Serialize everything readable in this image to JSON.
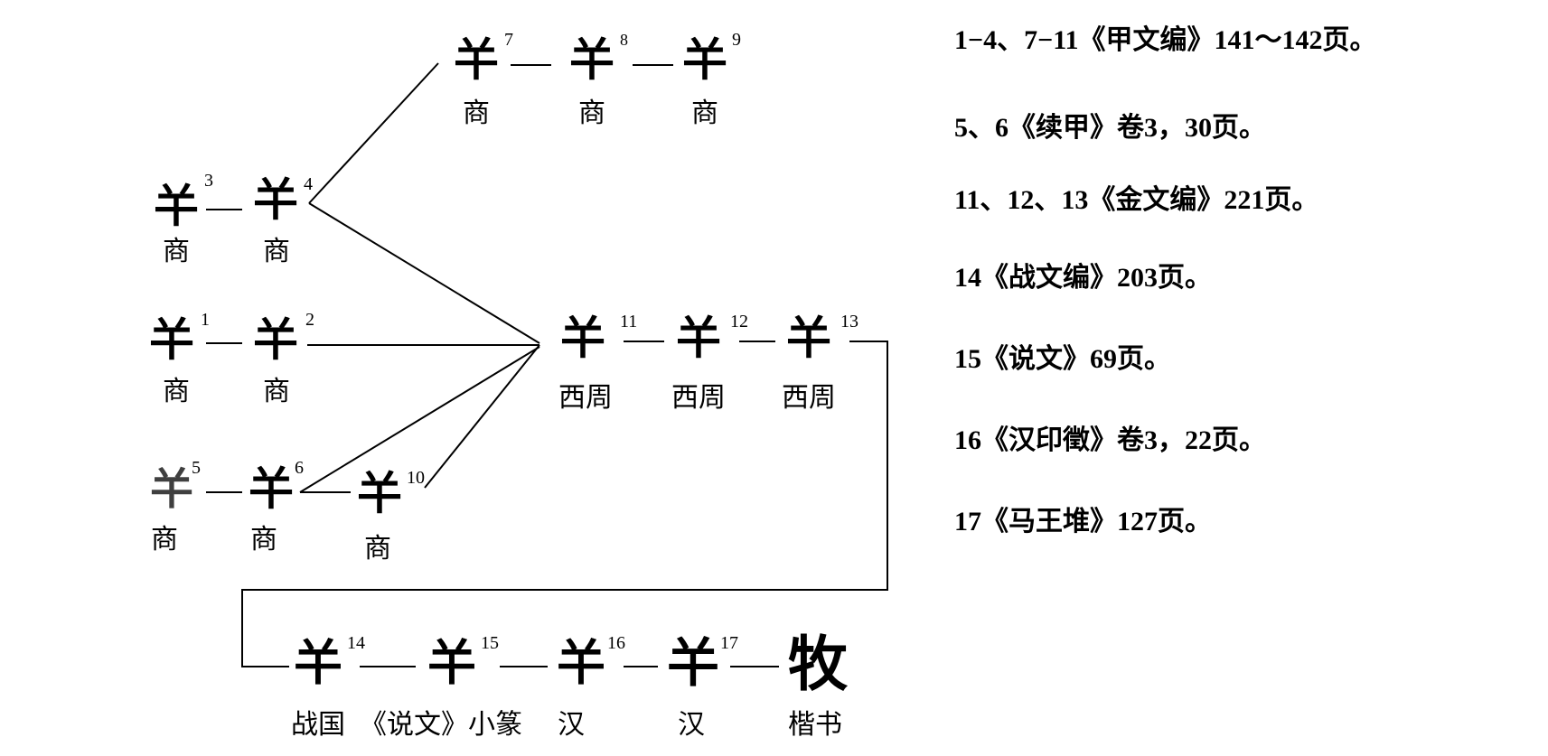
{
  "nodes": [
    {
      "id": "n1",
      "num": "1",
      "period": "商",
      "glyph": "𢆉"
    },
    {
      "id": "n2",
      "num": "2",
      "period": "商",
      "glyph": "𢆉"
    },
    {
      "id": "n3",
      "num": "3",
      "period": "商",
      "glyph": "𢆉"
    },
    {
      "id": "n4",
      "num": "4",
      "period": "商",
      "glyph": "𢆉"
    },
    {
      "id": "n5",
      "num": "5",
      "period": "商",
      "glyph": "𢆉"
    },
    {
      "id": "n6",
      "num": "6",
      "period": "商",
      "glyph": "𢆉"
    },
    {
      "id": "n7",
      "num": "7",
      "period": "商",
      "glyph": "𢆉"
    },
    {
      "id": "n8",
      "num": "8",
      "period": "商",
      "glyph": "𢆉"
    },
    {
      "id": "n9",
      "num": "9",
      "period": "商",
      "glyph": "𢆉"
    },
    {
      "id": "n10",
      "num": "10",
      "period": "商",
      "glyph": "𢆉"
    },
    {
      "id": "n11",
      "num": "11",
      "period": "西周",
      "glyph": "𢆉"
    },
    {
      "id": "n12",
      "num": "12",
      "period": "西周",
      "glyph": "𢆉"
    },
    {
      "id": "n13",
      "num": "13",
      "period": "西周",
      "glyph": "𢆉"
    },
    {
      "id": "n14",
      "num": "14",
      "period": "战国",
      "glyph": "𢆉"
    },
    {
      "id": "n15",
      "num": "15",
      "period": "《说文》小篆",
      "glyph": "𢆉"
    },
    {
      "id": "n16",
      "num": "16",
      "period": "汉",
      "glyph": "𢆉"
    },
    {
      "id": "n17",
      "num": "17",
      "period": "汉",
      "glyph": "𢆉"
    },
    {
      "id": "n18",
      "num": "",
      "period": "楷书",
      "glyph": "牧"
    }
  ],
  "legend": [
    "1−4、7−11《甲文编》141～142页。",
    "5、6《续甲》卷3，30页。",
    "11、12、13《金文编》221页。",
    "14《战文编》203页。",
    "15《说文》69页。",
    "16《汉印徵》卷3，22页。",
    "17《马王堆》127页。"
  ]
}
